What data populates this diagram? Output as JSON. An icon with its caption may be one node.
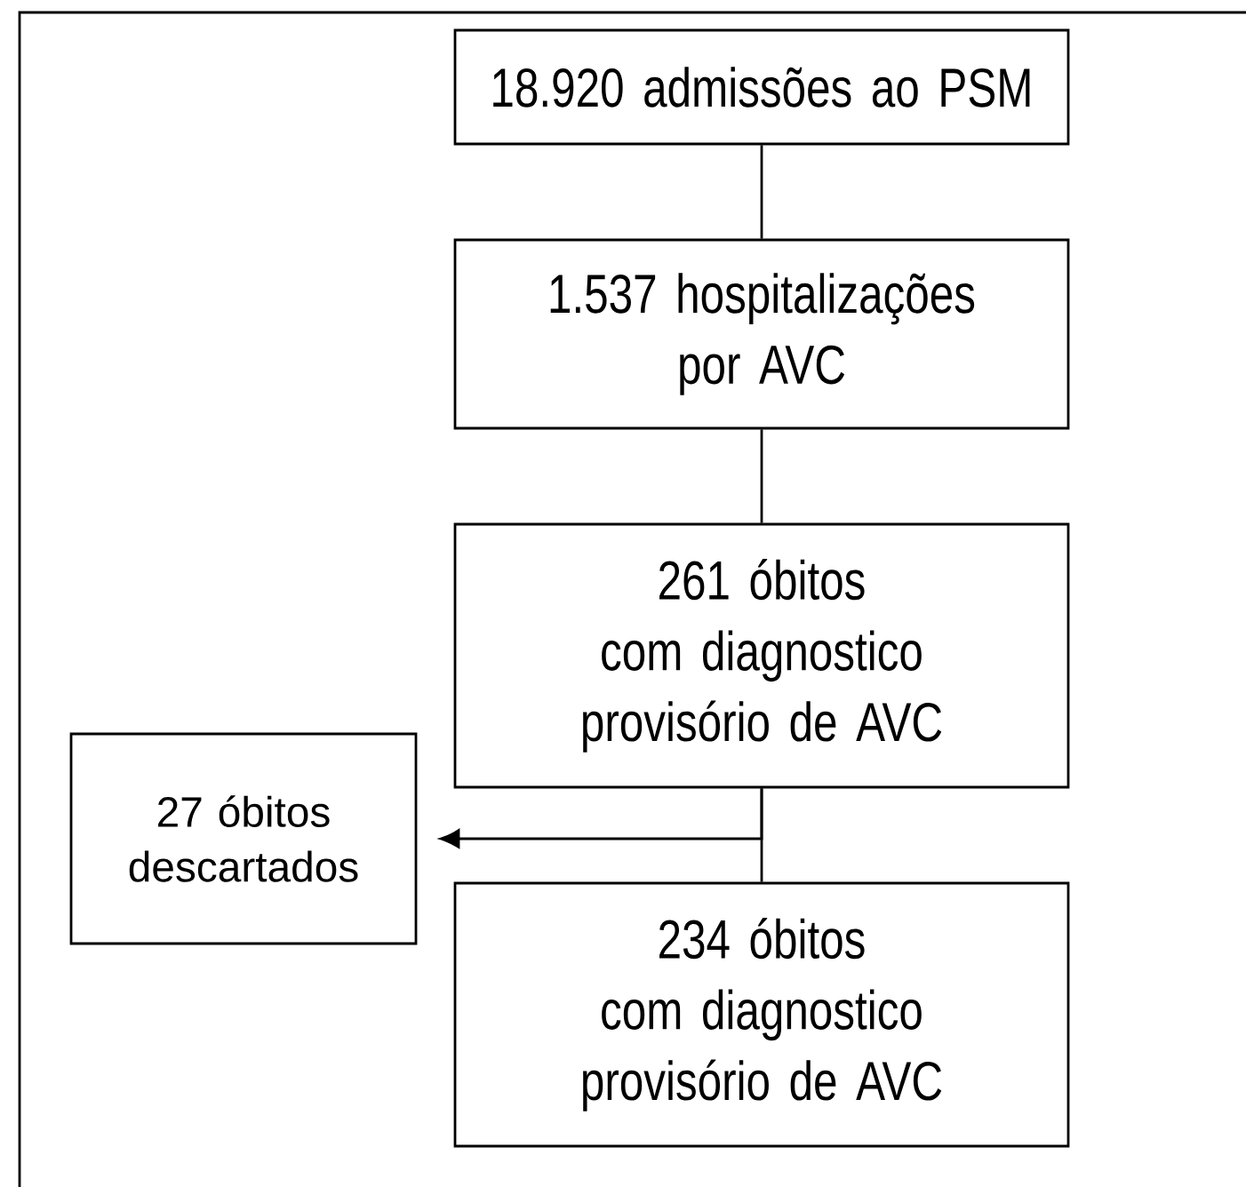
{
  "diagram": {
    "nodes": [
      {
        "text": [
          "18.920 admissões ao PSM"
        ]
      },
      {
        "text": [
          "1.537 hospitalizações por AVC"
        ]
      },
      {
        "text": [
          "261 óbitos",
          "com diagnostico provisório de AVC"
        ]
      },
      {
        "text": [
          "27 óbitos descartados"
        ]
      },
      {
        "text": [
          "234 óbitos",
          "com diagnostico provisório de AVC"
        ]
      }
    ],
    "edges": [
      {
        "from": 0,
        "to": 1,
        "arrow": "none"
      },
      {
        "from": 1,
        "to": 2,
        "arrow": "none"
      },
      {
        "from": 2,
        "to": 4,
        "arrow": "none"
      },
      {
        "from": 2,
        "to": 3,
        "arrow": "to"
      }
    ]
  }
}
